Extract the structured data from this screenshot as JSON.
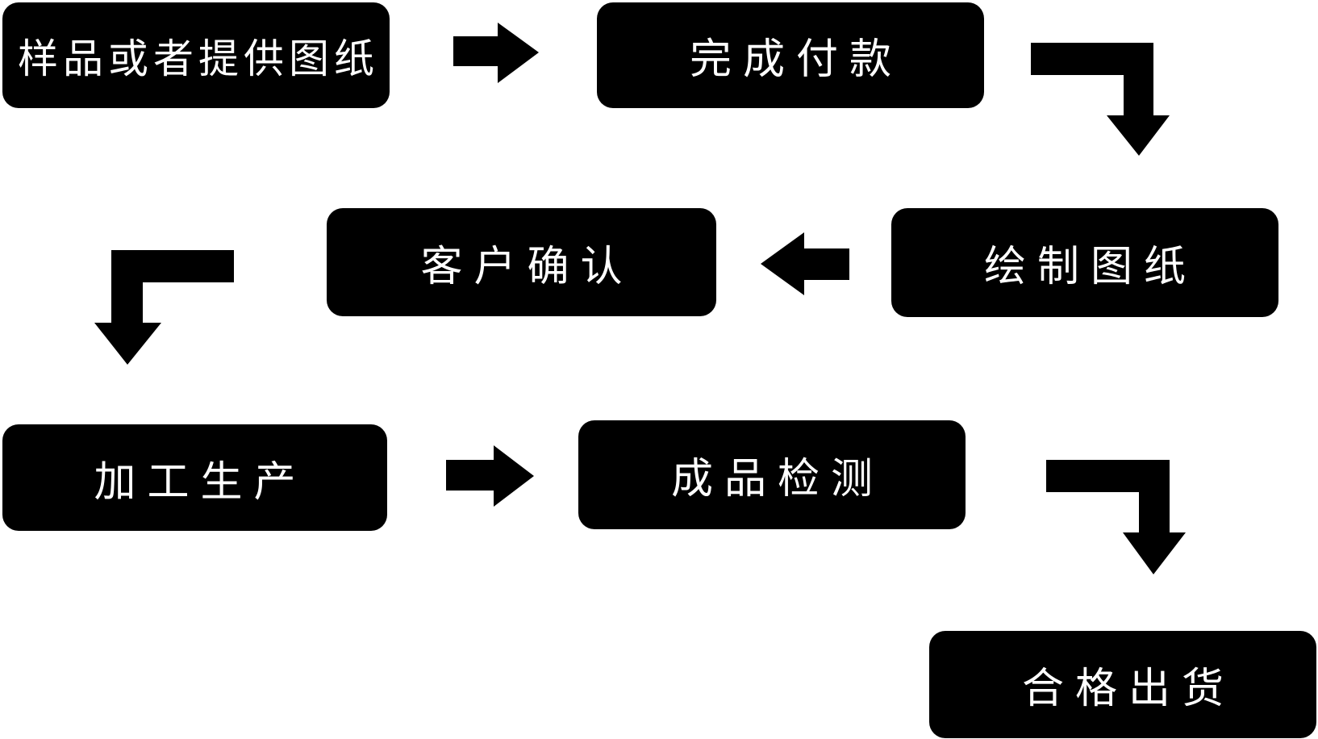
{
  "flowchart": {
    "title": "production-process-flowchart",
    "colors": {
      "background": "#ffffff",
      "node_fill": "#000000",
      "node_text": "#ffffff",
      "arrow": "#000000"
    },
    "nodes": [
      {
        "id": "sample-or-drawing",
        "label": "样品或者提供图纸"
      },
      {
        "id": "complete-payment",
        "label": "完成付款"
      },
      {
        "id": "draw-drawings",
        "label": "绘制图纸"
      },
      {
        "id": "customer-confirm",
        "label": "客户确认"
      },
      {
        "id": "processing-production",
        "label": "加工生产"
      },
      {
        "id": "product-inspection",
        "label": "成品检测"
      },
      {
        "id": "qualified-shipment",
        "label": "合格出货"
      }
    ],
    "edges": [
      {
        "from": "sample-or-drawing",
        "to": "complete-payment",
        "arrow": "right"
      },
      {
        "from": "complete-payment",
        "to": "draw-drawings",
        "arrow": "elbow-right-down"
      },
      {
        "from": "draw-drawings",
        "to": "customer-confirm",
        "arrow": "left"
      },
      {
        "from": "customer-confirm",
        "to": "processing-production",
        "arrow": "elbow-left-down"
      },
      {
        "from": "processing-production",
        "to": "product-inspection",
        "arrow": "right"
      },
      {
        "from": "product-inspection",
        "to": "qualified-shipment",
        "arrow": "elbow-right-down"
      }
    ]
  }
}
